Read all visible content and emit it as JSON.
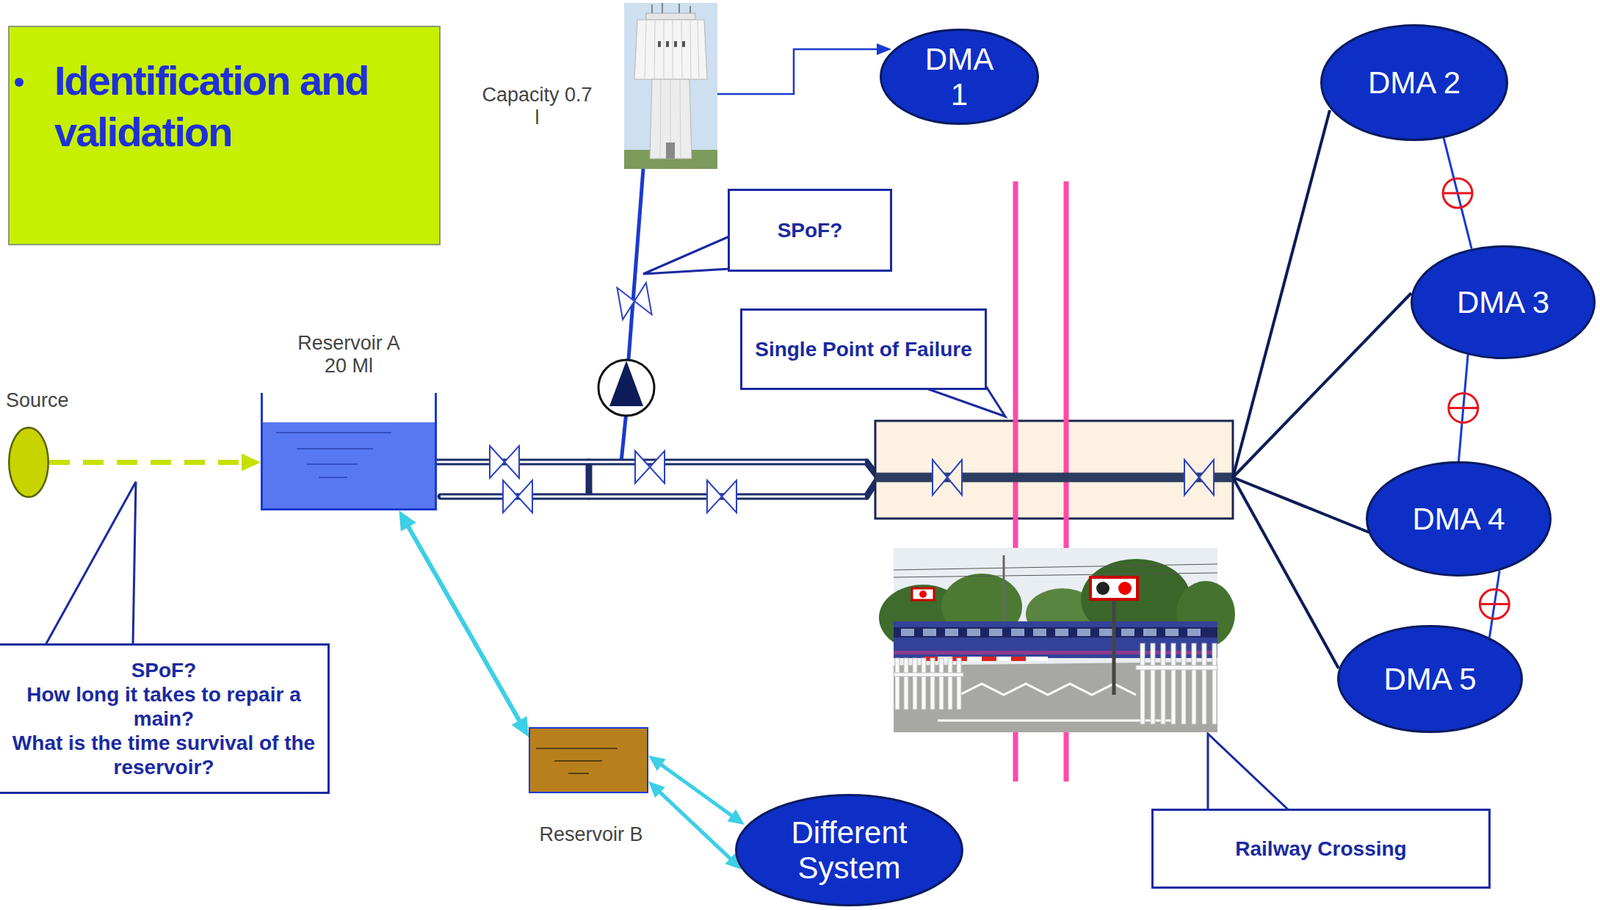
{
  "diagram": {
    "title": "Identification and validation",
    "nodes": [
      {
        "text": [
          "Source"
        ]
      },
      {
        "text": [
          "Reservoir A 20 Ml"
        ]
      },
      {
        "text": [
          "SPoF?"
        ]
      },
      {
        "text": [
          "Single Point of Failure"
        ]
      },
      {
        "text": [
          "DMA 1"
        ]
      },
      {
        "text": [
          "DMA 2"
        ]
      },
      {
        "text": [
          "DMA 3"
        ]
      },
      {
        "text": [
          "DMA 4"
        ]
      },
      {
        "text": [
          "DMA 5"
        ]
      },
      {
        "text": [
          "SPoF?",
          "How long it takes to repair a main?",
          "What is the time survival of the reservoir?"
        ]
      },
      {
        "text": [
          "Reservoir B"
        ]
      },
      {
        "text": [
          "Different System"
        ]
      },
      {
        "text": [
          "Railway Crossing"
        ]
      }
    ],
    "edges": [
      {
        "from": 0,
        "to": 1,
        "arrow": "to"
      },
      {
        "from": 1,
        "to": 10,
        "arrow": "both"
      },
      {
        "from": 10,
        "to": 11,
        "arrow": "both"
      },
      {
        "from": 10,
        "to": 11,
        "arrow": "both"
      },
      {
        "from": 5,
        "to": 6,
        "arrow": "none"
      },
      {
        "from": 6,
        "to": 7,
        "arrow": "none"
      },
      {
        "from": 7,
        "to": 8,
        "arrow": "none"
      }
    ],
    "labels": [
      "Capacity 0.7 l"
    ]
  }
}
